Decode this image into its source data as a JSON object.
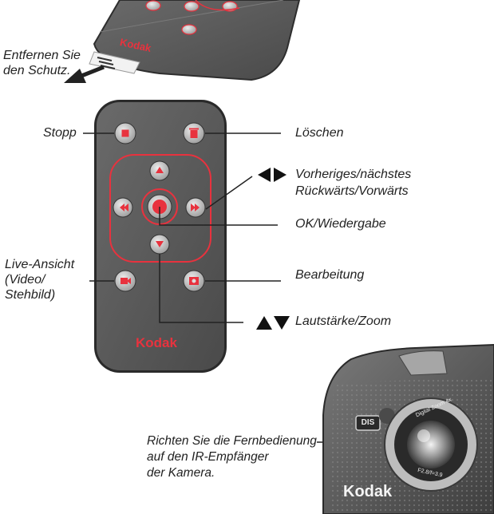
{
  "brand": {
    "logo_text": "Kodak",
    "accent_color": "#e8323e",
    "remote_body_color": "#5a5a5a"
  },
  "top_section": {
    "instruction": "Entfernen Sie\nden Schutz."
  },
  "remote_labels": {
    "stop": "Stopp",
    "delete": "Löschen",
    "prev_next_line1": "Vorheriges/nächstes",
    "prev_next_line2": "Rückwärts/Vorwärts",
    "ok_play": "OK/Wiedergabe",
    "live_view": "Live-Ansicht\n(Video/\nStehbild)",
    "edit": "Bearbeitung",
    "volume_zoom": "Lautstärke/Zoom"
  },
  "camera_section": {
    "instruction": "Richten Sie die Fernbedienung\nauf den IR-Empfänger\nder Kamera.",
    "dis_badge": "DIS",
    "lens_text": "Digital Zoom 4x",
    "lens_spec": "F2.8/f=3.9"
  },
  "icons": [
    "stop-icon",
    "delete-icon",
    "up-arrow-icon",
    "down-arrow-icon",
    "rewind-icon",
    "forward-icon",
    "ok-play-icon",
    "live-view-icon",
    "edit-icon",
    "left-right-arrows-icon",
    "up-down-arrows-icon"
  ]
}
